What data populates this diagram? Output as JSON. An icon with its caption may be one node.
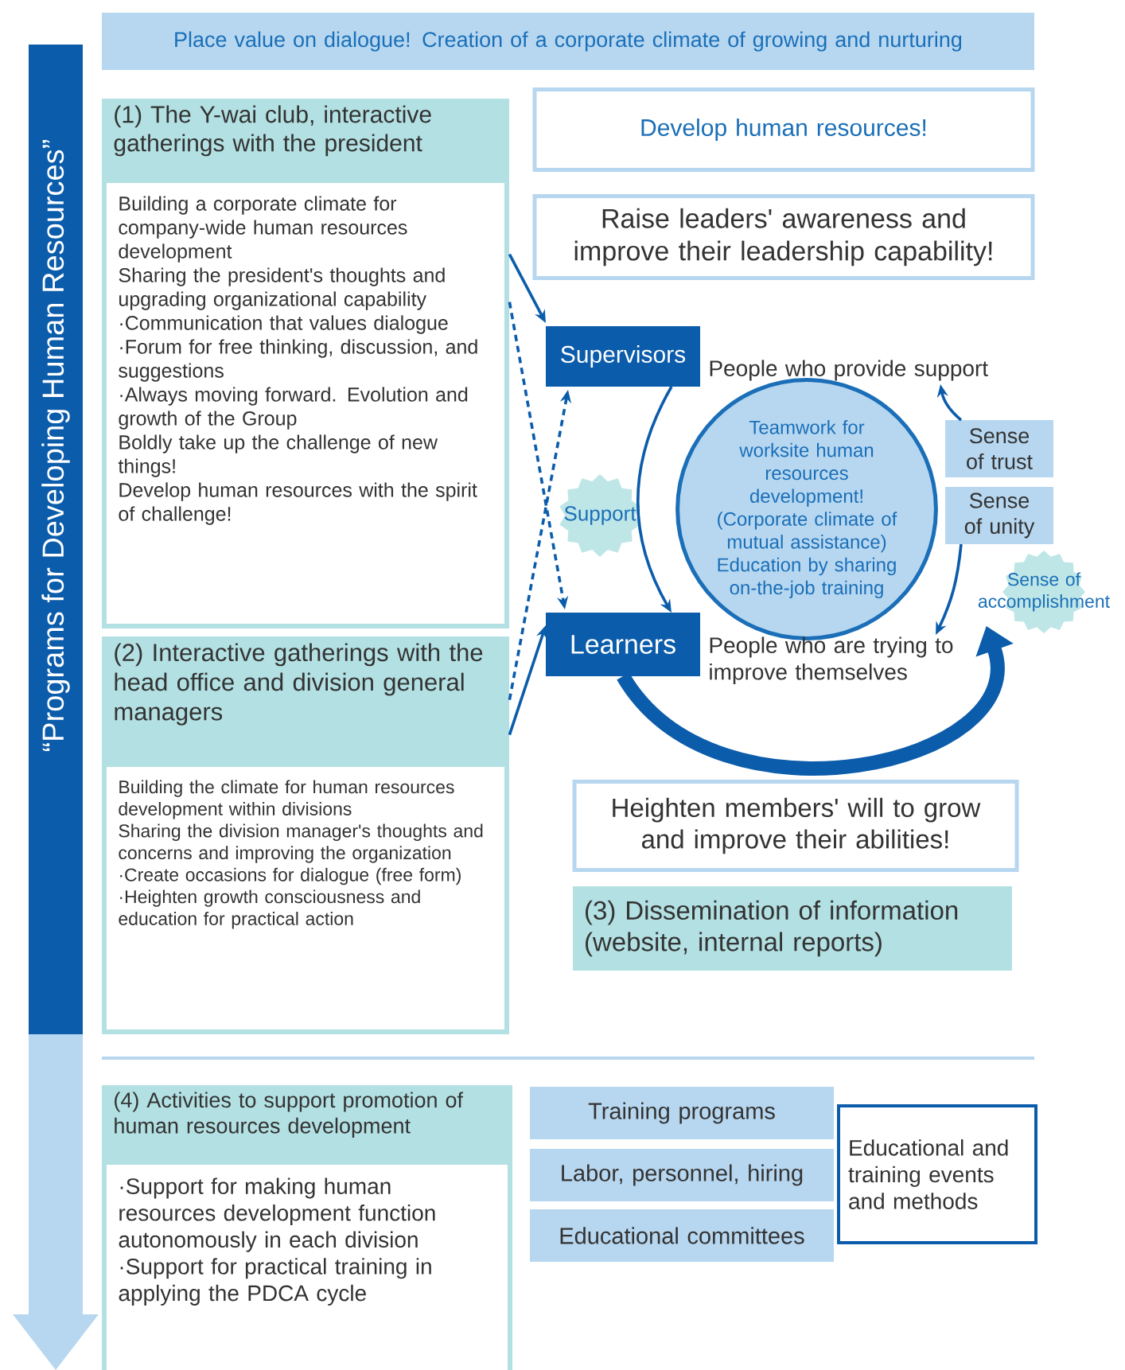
{
  "diagram": {
    "nodes": [
      {
        "text": [
          "“Programs for Developing Human Resources”"
        ]
      },
      {
        "text": [
          "Place value on dialogue! Creation of a corporate climate of growing and nurturing"
        ]
      },
      {
        "text": [
          "(1) The Y-wai club, interactive gatherings with the president",
          "Building a corporate climate for company-wide human resources development",
          "Sharing the president's thoughts and upgrading organizational capability",
          "·Communication that values dialogue",
          "·Forum for free thinking, discussion, and suggestions",
          "·Always moving forward. Evolution and growth of the Group",
          "Boldly take up the challenge of new things!",
          "Develop human resources with the spirit of challenge!"
        ]
      },
      {
        "text": [
          "(2) Interactive gatherings with the head office and division general managers",
          "Building the climate for human resources development within divisions",
          "Sharing the division manager's thoughts and concerns and improving the organization",
          "·Create occasions for dialogue (free form)",
          "·Heighten growth consciousness and education for practical action"
        ]
      },
      {
        "text": [
          "Develop human resources!"
        ]
      },
      {
        "text": [
          "Raise leaders' awareness and improve their leadership capability!"
        ]
      },
      {
        "text": [
          "Supervisors"
        ],
        "beside": [
          "People who provide support"
        ]
      },
      {
        "text": [
          "Support"
        ]
      },
      {
        "text": [
          "Teamwork for worksite human resources development! (Corporate climate of mutual assistance) Education by sharing on-the-job training"
        ]
      },
      {
        "text": [
          "Sense of trust"
        ]
      },
      {
        "text": [
          "Sense of unity"
        ]
      },
      {
        "text": [
          "Sense of accomplishment"
        ]
      },
      {
        "text": [
          "Learners"
        ],
        "beside": [
          "People who are trying to improve themselves"
        ]
      },
      {
        "text": [
          "Heighten members' will to grow and improve their abilities!"
        ]
      },
      {
        "text": [
          "(3) Dissemination of information (website, internal reports)"
        ]
      },
      {
        "text": [
          "(4) Activities to support promotion of human resources development",
          "·Support for making human resources development function autonomously in each division",
          "·Support for practical training in applying the PDCA cycle"
        ]
      },
      {
        "text": [
          "Training programs"
        ]
      },
      {
        "text": [
          "Labor, personnel, hiring"
        ]
      },
      {
        "text": [
          "Educational committees"
        ]
      },
      {
        "text": [
          "Educational and training events and methods"
        ]
      }
    ],
    "edges": [
      {
        "from": 2,
        "to": 6,
        "arrow": "to"
      },
      {
        "from": 2,
        "to": 12,
        "arrow": "to",
        "style": "dashed"
      },
      {
        "from": 3,
        "to": 6,
        "arrow": "to",
        "style": "dashed"
      },
      {
        "from": 3,
        "to": 12,
        "arrow": "to"
      },
      {
        "from": 6,
        "to": 12,
        "arrow": "to"
      },
      {
        "from": 12,
        "to": 11,
        "arrow": "to",
        "style": "thick"
      },
      {
        "from": 9,
        "to": 6,
        "arrow": "to"
      },
      {
        "from": 10,
        "to": 12,
        "arrow": "to"
      }
    ]
  }
}
